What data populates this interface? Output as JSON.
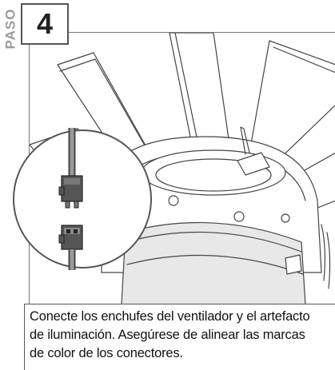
{
  "step": {
    "label": "PASO",
    "number": "4"
  },
  "caption": {
    "lines": [
      "Conecte los enchufes del ventilador y el artefacto",
      "de iluminación. Asegúrese de alinear las marcas",
      "de color de los conectores."
    ]
  },
  "illustration": {
    "subject": "fan-and-light-connector-plugs",
    "line_color": "#555555",
    "connector_color": "#555555",
    "frame_color": "#777777"
  }
}
